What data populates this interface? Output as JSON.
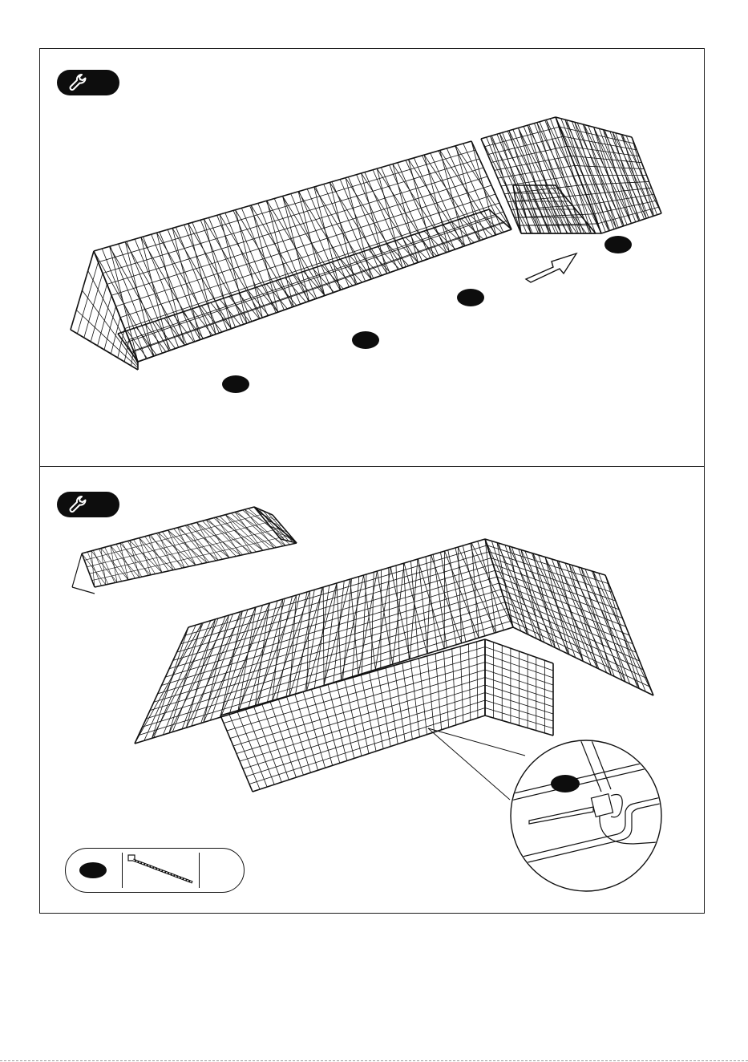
{
  "steps": [
    {
      "tool_icon": "wrench-icon",
      "callouts": [
        "part-callout-1",
        "part-callout-2",
        "part-callout-3",
        "part-callout-4"
      ],
      "arrow_icon": "direction-arrow-icon"
    },
    {
      "tool_icon": "wrench-icon",
      "callouts": [
        "zip-tie-callout"
      ],
      "detail_view": "zip-tie-detail",
      "parts_list": [
        {
          "icon": "zip-tie-icon",
          "callout": "zip-tie-part-callout"
        }
      ]
    }
  ],
  "colors": {
    "ink": "#111111",
    "badge": "#0d0d0d",
    "paper": "#ffffff"
  }
}
